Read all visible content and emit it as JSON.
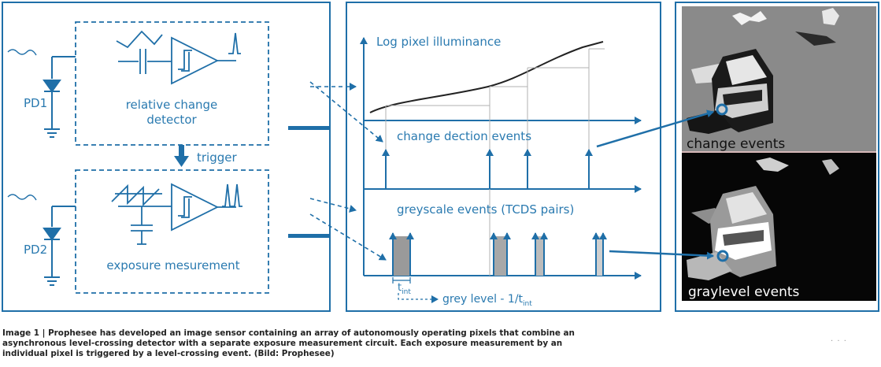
{
  "colors": {
    "blue": "#1f6fa8",
    "light_blue": "#2a7ab0",
    "bar_fill": "#9a9a9a",
    "curve": "#222222"
  },
  "left_panel": {
    "pd1_label": "PD1",
    "pd2_label": "PD2",
    "change_detector_label_line1": "relative change",
    "change_detector_label_line2": "detector",
    "trigger_label": "trigger",
    "exposure_label": "exposure mesurement"
  },
  "middle_panel": {
    "y_axis_label": "Log pixel illuminance",
    "change_events_label": "change dection events",
    "greyscale_events_label": "greyscale events (TCDS pairs)",
    "t_int_main": "t",
    "t_int_sub": "int",
    "grey_level_main": "grey level - 1/t",
    "grey_level_sub": "int"
  },
  "right_panel": {
    "change_events_label": "change events",
    "graylevel_events_label": "graylevel events"
  },
  "caption": {
    "line1": "Image 1 | Prophesee has developed an image sensor containing an array of autonomously operating pixels that combine an",
    "line2": "asynchronous level-crossing detector with a separate exposure measurement circuit. Each exposure measurement by an",
    "line3": "individual pixel is triggered by a level-crossing event. (Bild: Prophesee)"
  },
  "page_marker": "· · ·"
}
